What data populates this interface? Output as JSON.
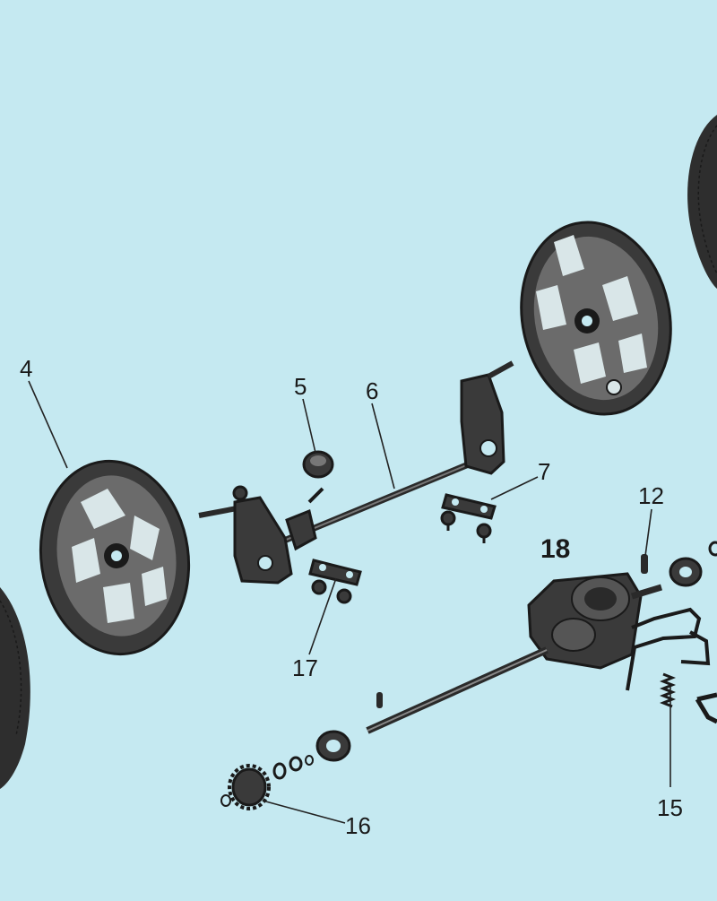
{
  "diagram": {
    "callouts": {
      "c4": "4",
      "c5": "5",
      "c6": "6",
      "c7": "7",
      "c12": "12",
      "c15": "15",
      "c16": "16",
      "c17": "17",
      "c18": "18"
    }
  },
  "colors": {
    "background": "#c5e9f1",
    "ink": "#1a1a1a",
    "part_fill": "#3a3a3a"
  }
}
